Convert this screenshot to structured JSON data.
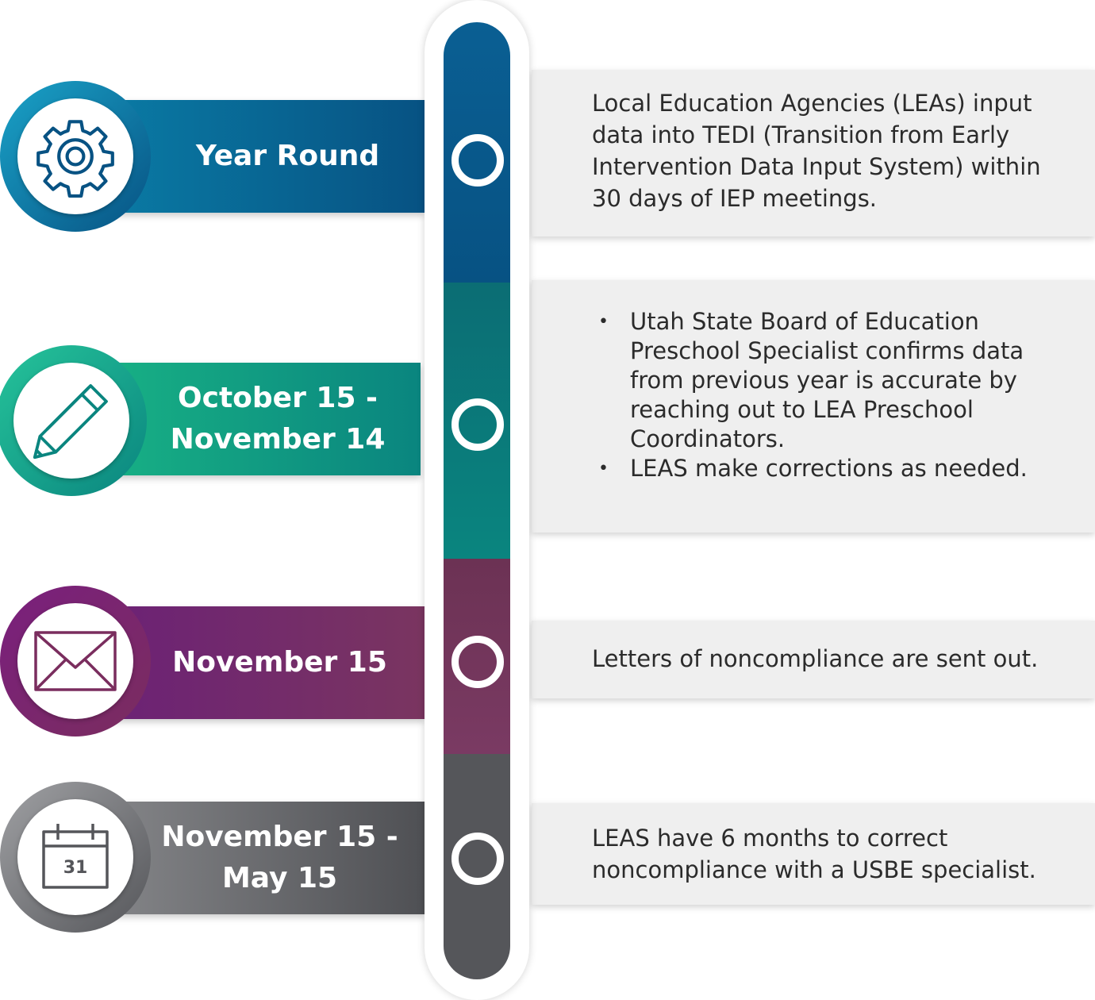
{
  "timeline": [
    {
      "label_line1": "Year Round",
      "label_line2": "",
      "icon": "gear-icon",
      "color": "#075283",
      "text": "Local Education Agencies (LEAs) input data into TEDI (Transition from Early Intervention Data Input System) within 30 days of IEP meetings."
    },
    {
      "label_line1": "October 15 -",
      "label_line2": "November 14",
      "icon": "pencil-icon",
      "color": "#0a857f",
      "bullets": [
        "Utah State Board of Education Preschool Specialist confirms data from previous year is accurate by reaching out to LEA Preschool Coordinators.",
        "LEAS make corrections as needed."
      ]
    },
    {
      "label_line1": "November 15",
      "label_line2": "",
      "icon": "envelope-icon",
      "color": "#7a2d5e",
      "text": "Letters of noncompliance are sent out."
    },
    {
      "label_line1": "November 15 -",
      "label_line2": "May 15",
      "icon": "calendar-icon",
      "calendar_day": "31",
      "color": "#55565a",
      "text": "LEAS have 6 months to correct noncompliance with a USBE specialist."
    }
  ]
}
